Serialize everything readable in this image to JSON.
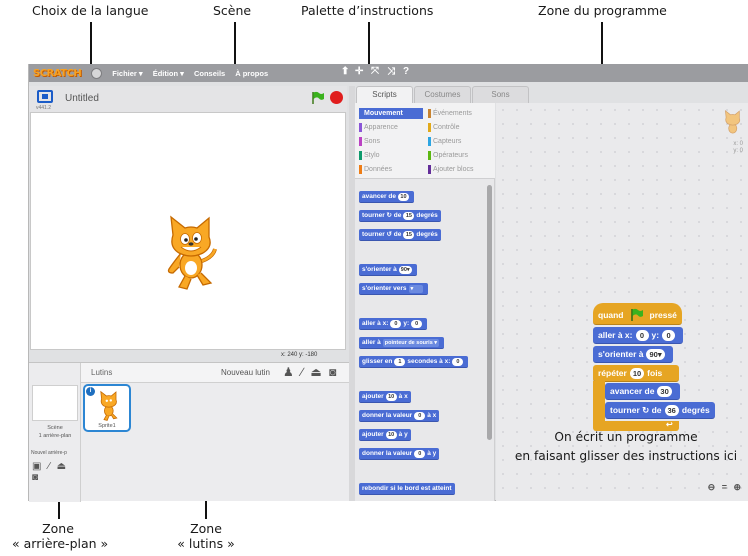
{
  "annotations": {
    "language": "Choix de la langue",
    "stage": "Scène",
    "palette": "Palette d’instructions",
    "program": "Zone du programme",
    "backdrop_line1": "Zone",
    "backdrop_line2": "« arrière-plan »",
    "sprites_line1": "Zone",
    "sprites_line2": "« lutins »"
  },
  "menubar": {
    "logo": "SCRATCH",
    "items": [
      "Fichier ▾",
      "Édition ▾",
      "Conseils",
      "À propos"
    ],
    "tools": [
      "⬆",
      "✛",
      "⤧",
      "⤨",
      "?"
    ]
  },
  "stage": {
    "title": "Untitled",
    "version": "v441.2",
    "coords": "x: 240  y: -180"
  },
  "sprites_pane": {
    "label": "Lutins",
    "new_sprite": "Nouveau lutin",
    "new_sprite_icons": "♟ ∕ ⏏ ◙",
    "backdrop_label": "Scène",
    "backdrop_count": "1 arrière-plan",
    "new_backdrop": "Nouvel arrière-p",
    "new_backdrop_icons": "▣ ∕ ⏏ ◙",
    "sprite_name": "Sprite1"
  },
  "tabs": [
    "Scripts",
    "Costumes",
    "Sons"
  ],
  "categories": {
    "left": [
      {
        "label": "Mouvement",
        "color": "#4a6cd4",
        "active": true
      },
      {
        "label": "Apparence",
        "color": "#8a55d7"
      },
      {
        "label": "Sons",
        "color": "#bb42c3"
      },
      {
        "label": "Stylo",
        "color": "#0e9a6c"
      },
      {
        "label": "Données",
        "color": "#ee7d16"
      }
    ],
    "right": [
      {
        "label": "Événements",
        "color": "#c88330"
      },
      {
        "label": "Contrôle",
        "color": "#e1a91a"
      },
      {
        "label": "Capteurs",
        "color": "#2ca5e2"
      },
      {
        "label": "Opérateurs",
        "color": "#5cb712"
      },
      {
        "label": "Ajouter blocs",
        "color": "#632d99"
      }
    ]
  },
  "palette_blocks": {
    "b1": {
      "a": "avancer de",
      "v": "10"
    },
    "b2": {
      "a": "tourner ↻ de",
      "v": "15",
      "b": "degrés"
    },
    "b3": {
      "a": "tourner ↺ de",
      "v": "15",
      "b": "degrés"
    },
    "b4": {
      "a": "s'orienter à",
      "v": "90▾"
    },
    "b5": {
      "a": "s'orienter vers",
      "v": "▾"
    },
    "b6": {
      "a": "aller à x:",
      "v": "0",
      "b": "y:",
      "w": "0"
    },
    "b7": {
      "a": "aller à",
      "v": "pointeur de souris ▾"
    },
    "b8": {
      "a": "glisser en",
      "v": "1",
      "b": "secondes à x:",
      "w": "0"
    },
    "b9": {
      "a": "ajouter",
      "v": "10",
      "b": "à x"
    },
    "b10": {
      "a": "donner la valeur",
      "v": "0",
      "b": "à x"
    },
    "b11": {
      "a": "ajouter",
      "v": "10",
      "b": "à y"
    },
    "b12": {
      "a": "donner la valeur",
      "v": "0",
      "b": "à y"
    },
    "b13": {
      "a": "rebondir si le bord est atteint"
    }
  },
  "script": {
    "hat": {
      "a": "quand",
      "b": "pressé"
    },
    "goto": {
      "a": "aller à x:",
      "x": "0",
      "b": "y:",
      "y": "0"
    },
    "point": {
      "a": "s'orienter à",
      "v": "90▾"
    },
    "repeat": {
      "a": "répéter",
      "v": "10",
      "b": "fois"
    },
    "move": {
      "a": "avancer de",
      "v": "30"
    },
    "turn": {
      "a": "tourner ↻ de",
      "v": "36",
      "b": "degrés"
    }
  },
  "script_area": {
    "xy": "x: 0\ny: 0",
    "zoom": "⊖ = ⊕",
    "hint_line1": "On écrit un programme",
    "hint_line2": "en faisant glisser des instructions ici"
  }
}
